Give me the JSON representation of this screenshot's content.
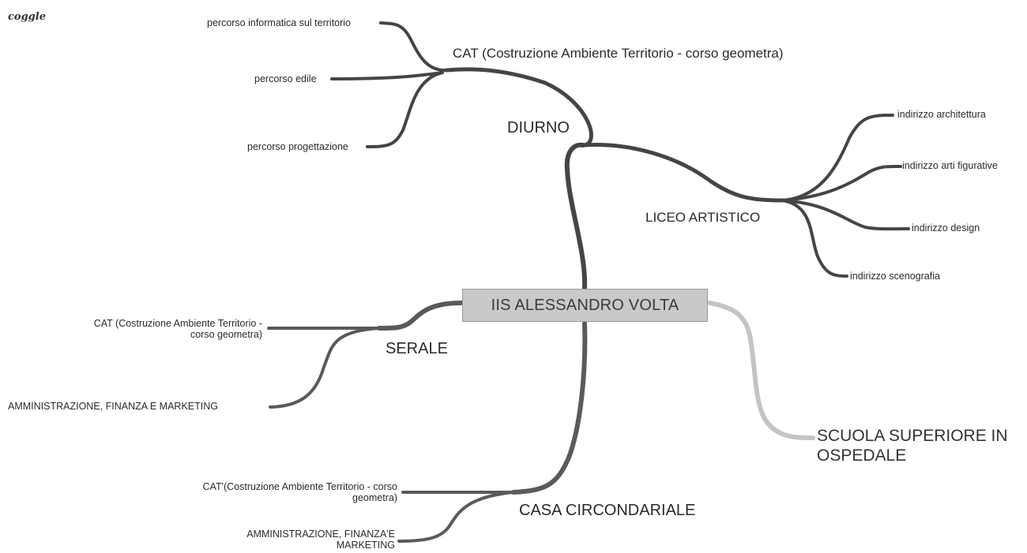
{
  "logo": "coggle",
  "central": "IIS ALESSANDRO VOLTA",
  "diurno": {
    "label": "DIURNO",
    "cat": {
      "label": "CAT (Costruzione Ambiente Territorio - corso geometra)",
      "children": [
        "percorso informatica sul territorio",
        "percorso edile",
        "percorso progettazione"
      ]
    },
    "liceo": {
      "label": "LICEO ARTISTICO",
      "children": [
        "indirizzo architettura",
        "indirizzo arti figurative",
        "indirizzo design",
        "indirizzo scenografia"
      ]
    }
  },
  "serale": {
    "label": "SERALE",
    "children": [
      {
        "line1": "CAT (Costruzione Ambiente Territorio -",
        "line2": "corso geometra)"
      },
      {
        "line1": "AMMINISTRAZIONE, FINANZA E MARKETING"
      }
    ]
  },
  "casa": {
    "label": "CASA CIRCONDARIALE",
    "children": [
      {
        "line1": "CAT'(Costruzione Ambiente Territorio - corso",
        "line2": "geometra)"
      },
      {
        "line1": "AMMINISTRAZIONE, FINANZA'E",
        "line2": "MARKETING"
      }
    ]
  },
  "ospedale": {
    "line1": "SCUOLA SUPERIORE IN",
    "line2": "OSPEDALE"
  },
  "colors": {
    "branch": "#4a4a4a",
    "branch_serale": "#5a5a5a",
    "branch_ospedale": "#bdbdbd",
    "central_bg": "#c9c9c9"
  }
}
